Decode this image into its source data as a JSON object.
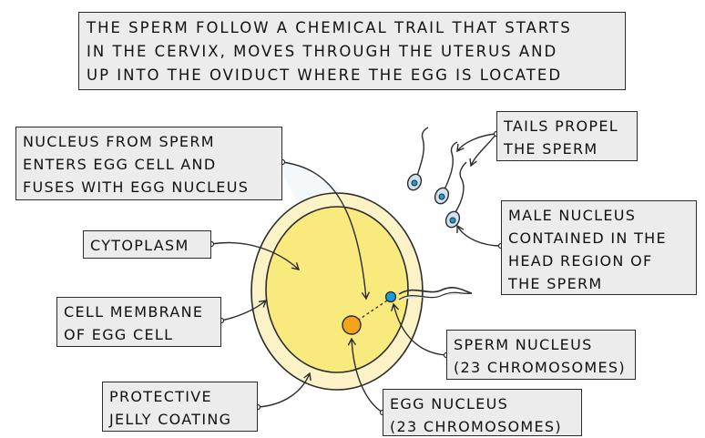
{
  "title_box": "THE SPERM FOLLOW A CHEMICAL TRAIL THAT STARTS\nIN THE CERVIX, MOVES THROUGH THE  UTERUS AND\nUP INTO THE OVIDUCT WHERE THE EGG IS LOCATED",
  "labels": {
    "nucleus_from_sperm": "NUCLEUS FROM SPERM\nENTERS EGG CELL AND\nFUSES WITH EGG NUCLEUS",
    "cytoplasm": "CYTOPLASM",
    "cell_membrane": "CELL MEMBRANE\nOF EGG CELL",
    "jelly_coating": "PROTECTIVE\nJELLY COATING",
    "tails": "TAILS PROPEL\nTHE SPERM",
    "male_nucleus": "MALE NUCLEUS\nCONTAINED IN THE\nHEAD REGION OF\nTHE SPERM",
    "sperm_nucleus": "SPERM NUCLEUS\n(23 CHROMOSOMES)",
    "egg_nucleus": "EGG NUCLEUS\n(23 CHROMOSOMES)"
  },
  "colors": {
    "jelly_coating": "#fbf3c6",
    "cytoplasm": "#f8ea7d",
    "egg_nucleus": "#f5a31a",
    "sperm_head": "#cfe3ef",
    "sperm_nucleus": "#1e9ad6",
    "box_fill": "#ececec",
    "outline": "#2b2b2b"
  }
}
